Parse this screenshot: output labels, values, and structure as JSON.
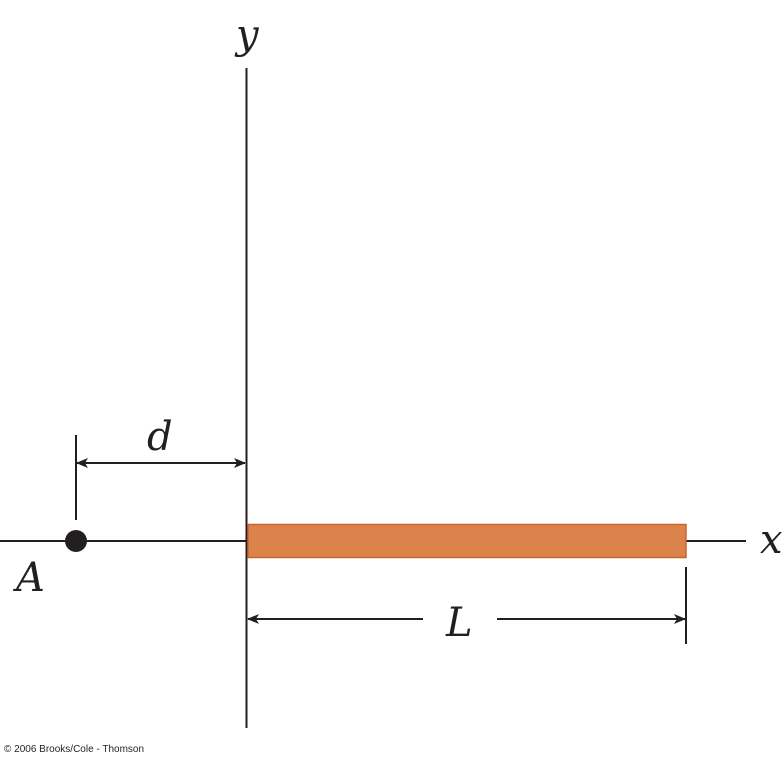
{
  "diagram": {
    "labels": {
      "y_axis": "y",
      "x_axis": "x",
      "point": "A",
      "distance": "d",
      "length": "L"
    },
    "colors": {
      "rod_fill": "#DA834B",
      "rod_border": "#C8652F",
      "line": "#231f20",
      "background": "#ffffff"
    },
    "credit": "© 2006 Brooks/Cole - Thomson"
  }
}
